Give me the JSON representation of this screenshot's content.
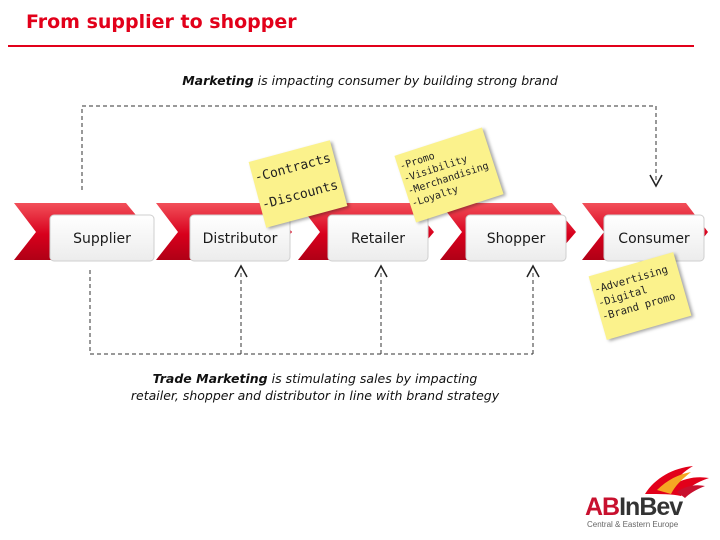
{
  "title": "From supplier to shopper",
  "marketing_caption": {
    "bold": "Marketing",
    "rest": " is impacting consumer by building strong brand"
  },
  "trade_caption": {
    "bold": "Trade Marketing",
    "rest": " is stimulating sales by impacting retailer, shopper and distributor in line with brand strategy"
  },
  "stages": [
    "Supplier",
    "Distributor",
    "Retailer",
    "Shopper",
    "Consumer"
  ],
  "notes": {
    "contracts": [
      "-Contracts",
      "-Discounts"
    ],
    "promo": [
      "-Promo",
      "-Visibility",
      "-Merchandising",
      "-Loyalty"
    ],
    "advertising": [
      "-Advertising",
      "-Digital",
      "-Brand promo"
    ]
  },
  "logo": {
    "ab": "AB",
    "inbev": "InBev",
    "subtitle": "Central & Eastern Europe"
  },
  "colors": {
    "accent": "#e2001a",
    "chevron_dark": "#c4001a",
    "chevron_light": "#f2505a",
    "note": "#fbf28c"
  }
}
